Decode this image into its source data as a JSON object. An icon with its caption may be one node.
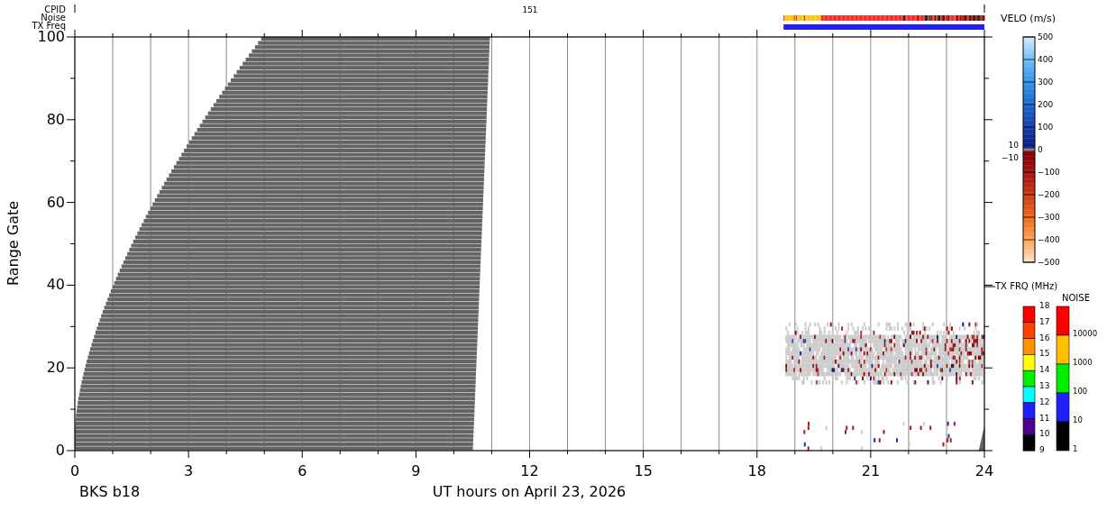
{
  "diagram": {
    "labels": [
      "CPID",
      "Noise",
      "TX Freq",
      "151",
      "Range Gate",
      "100",
      "80",
      "60",
      "40",
      "20",
      "0",
      "0",
      "3",
      "6",
      "9",
      "12",
      "15",
      "18",
      "21",
      "24",
      "BKS b18",
      "UT hours on April 23, 2026",
      "VELO (m/s)",
      "500",
      "400",
      "300",
      "200",
      "100",
      "10",
      "0",
      "−10",
      "−100",
      "−200",
      "−300",
      "−400",
      "−500",
      "TX FRQ (MHz)",
      "NOISE",
      "18",
      "17",
      "16",
      "15",
      "14",
      "13",
      "12",
      "11",
      "10",
      "9",
      "10000",
      "1000",
      "100",
      "10",
      "1"
    ]
  }
}
